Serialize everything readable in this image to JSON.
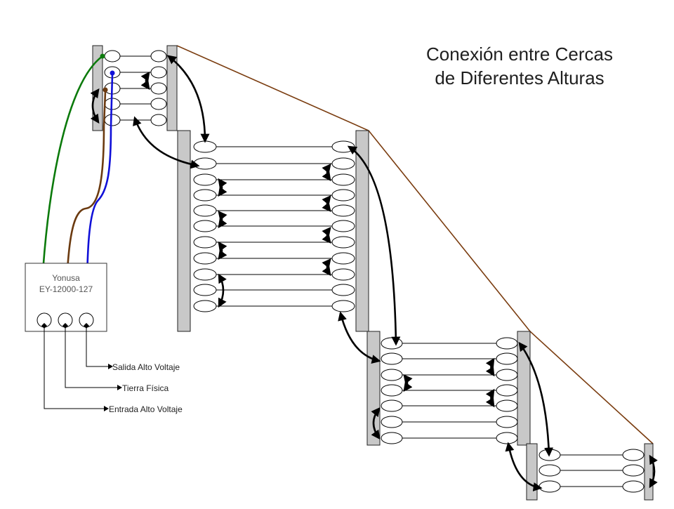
{
  "title": {
    "line1": "Conexión entre Cercas",
    "line2": "de Diferentes Alturas"
  },
  "energizer": {
    "brand": "Yonusa",
    "model": "EY-12000-127"
  },
  "terminals": {
    "output": "Salida Alto Voltaje",
    "ground": "Tierra Física",
    "input": "Entrada Alto Voltaje"
  },
  "colors": {
    "post_fill": "#c8c8c8",
    "wire": "#000000",
    "slope_line": "#7a3c0f",
    "green_cable": "#0b7a0b",
    "brown_cable": "#6b3a10",
    "blue_cable": "#1010d8",
    "jumper": "#000000"
  }
}
